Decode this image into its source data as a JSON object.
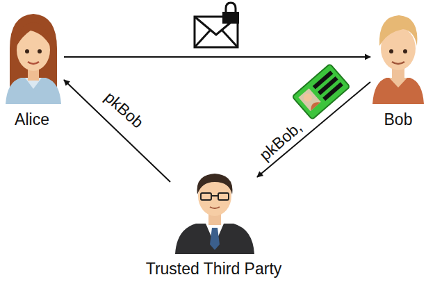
{
  "diagram": {
    "nodes": [
      {
        "text": [
          "Alice"
        ]
      },
      {
        "text": [
          "Bob"
        ]
      },
      {
        "text": [
          "Trusted Third Party"
        ]
      }
    ],
    "edges": [
      {
        "from": 0,
        "to": 1,
        "arrow": "to"
      },
      {
        "from": 2,
        "to": 0,
        "label": "pkBob",
        "arrow": "to"
      },
      {
        "from": 1,
        "to": 2,
        "label": "pkBob,",
        "arrow": "to"
      }
    ]
  }
}
